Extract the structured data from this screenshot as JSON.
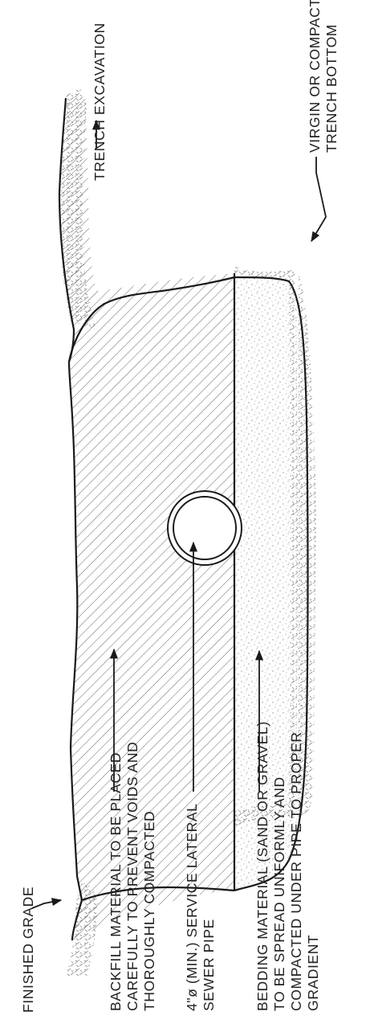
{
  "labels": {
    "finished_grade": "FINISHED GRADE",
    "backfill": [
      "BACKFILL MATERIAL TO BE PLACED",
      "CAREFULLY TO PREVENT VOIDS AND",
      "THOROUGHLY COMPACTED"
    ],
    "pipe": [
      "4\"ø (MIN.) SERVICE LATERAL",
      "SEWER PIPE"
    ],
    "bedding": [
      "BEDDING MATERIAL (SAND OR GRAVEL)",
      "TO BE SPREAD UNIFORMLY AND",
      "COMPACTED UNDER PIPE TO PROPER",
      "GRADIENT"
    ],
    "trench_excavation": "TRENCH EXCAVATION",
    "trench_bottom": [
      "VIRGIN OR COMPACTED",
      "TRENCH BOTTOM"
    ]
  },
  "colors": {
    "ink": "#1a1a1a",
    "text": "#222222",
    "hatch": "#555555",
    "ground": "#888888",
    "paper": "#ffffff"
  }
}
